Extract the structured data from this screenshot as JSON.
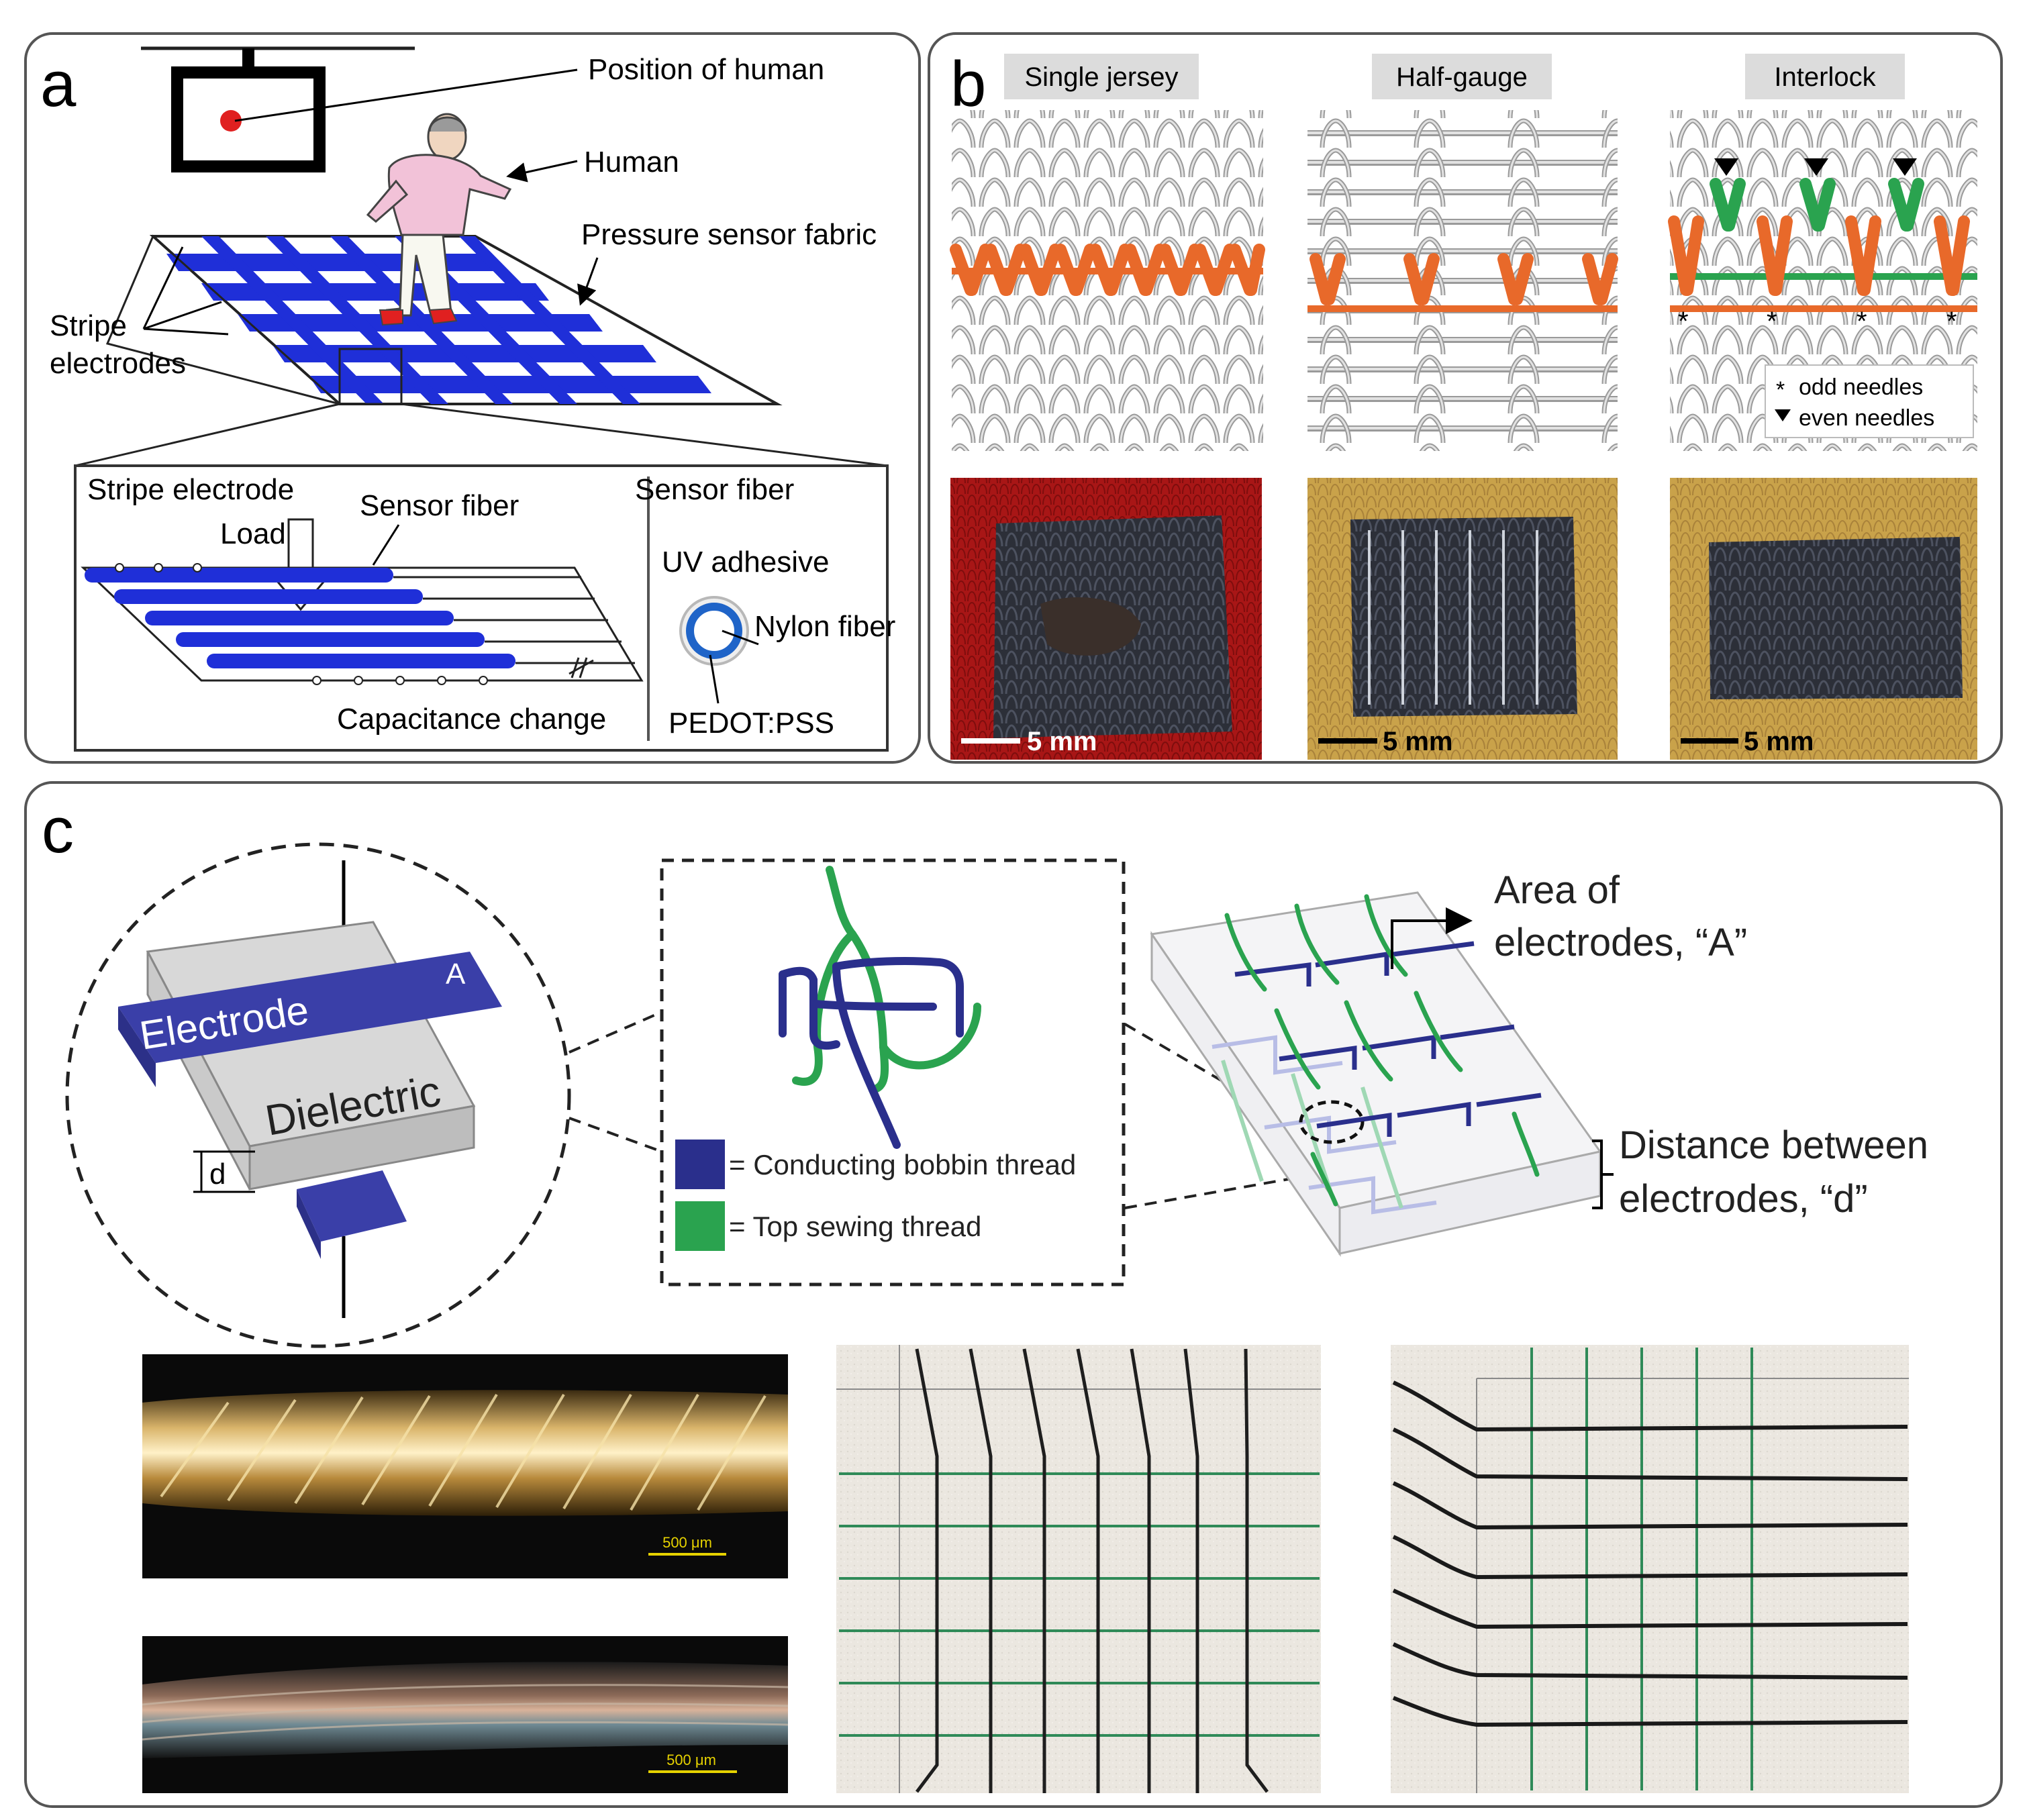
{
  "panel_a": {
    "letter": "a",
    "position_of_human": "Position of human",
    "human": "Human",
    "pressure_sensor_fabric": "Pressure sensor fabric",
    "stripe_electrodes_line1": "Stripe",
    "stripe_electrodes_line2": "electrodes",
    "stripe_electrode": "Stripe electrode",
    "sensor_fiber": "Sensor fiber",
    "load": "Load",
    "capacitance_change": "Capacitance change",
    "sensor_fiber_inset": "Sensor fiber",
    "uv_adhesive": "UV adhesive",
    "nylon_fiber": "Nylon fiber",
    "pedot_pss": "PEDOT:PSS"
  },
  "panel_b": {
    "letter": "b",
    "columns": [
      {
        "title": "Single jersey",
        "scale": "5 mm"
      },
      {
        "title": "Half-gauge",
        "scale": "5 mm"
      },
      {
        "title": "Interlock",
        "scale": "5 mm"
      }
    ],
    "legend_odd": "odd needles",
    "legend_even": "even needles"
  },
  "panel_c": {
    "letter": "c",
    "electrode": "Electrode",
    "area_marker": "A",
    "dielectric": "Dielectric",
    "distance_marker": "d",
    "legend_conducting": "= Conducting bobbin thread",
    "legend_top": "= Top sewing thread",
    "area_line1": "Area of",
    "area_line2": "electrodes, “A”",
    "distance_line1": "Distance between",
    "distance_line2": "electrodes, “d”",
    "scale_top": "500 μm",
    "scale_bottom": "500 μm"
  },
  "colors": {
    "electrode_blue": "#1f2fd8",
    "electrode_c": "#3a3fa8",
    "bobbin_navy": "#2a2f8c",
    "sewing_green": "#2aa34f",
    "knit_orange": "#e8692a",
    "marker_red": "#e02020"
  }
}
